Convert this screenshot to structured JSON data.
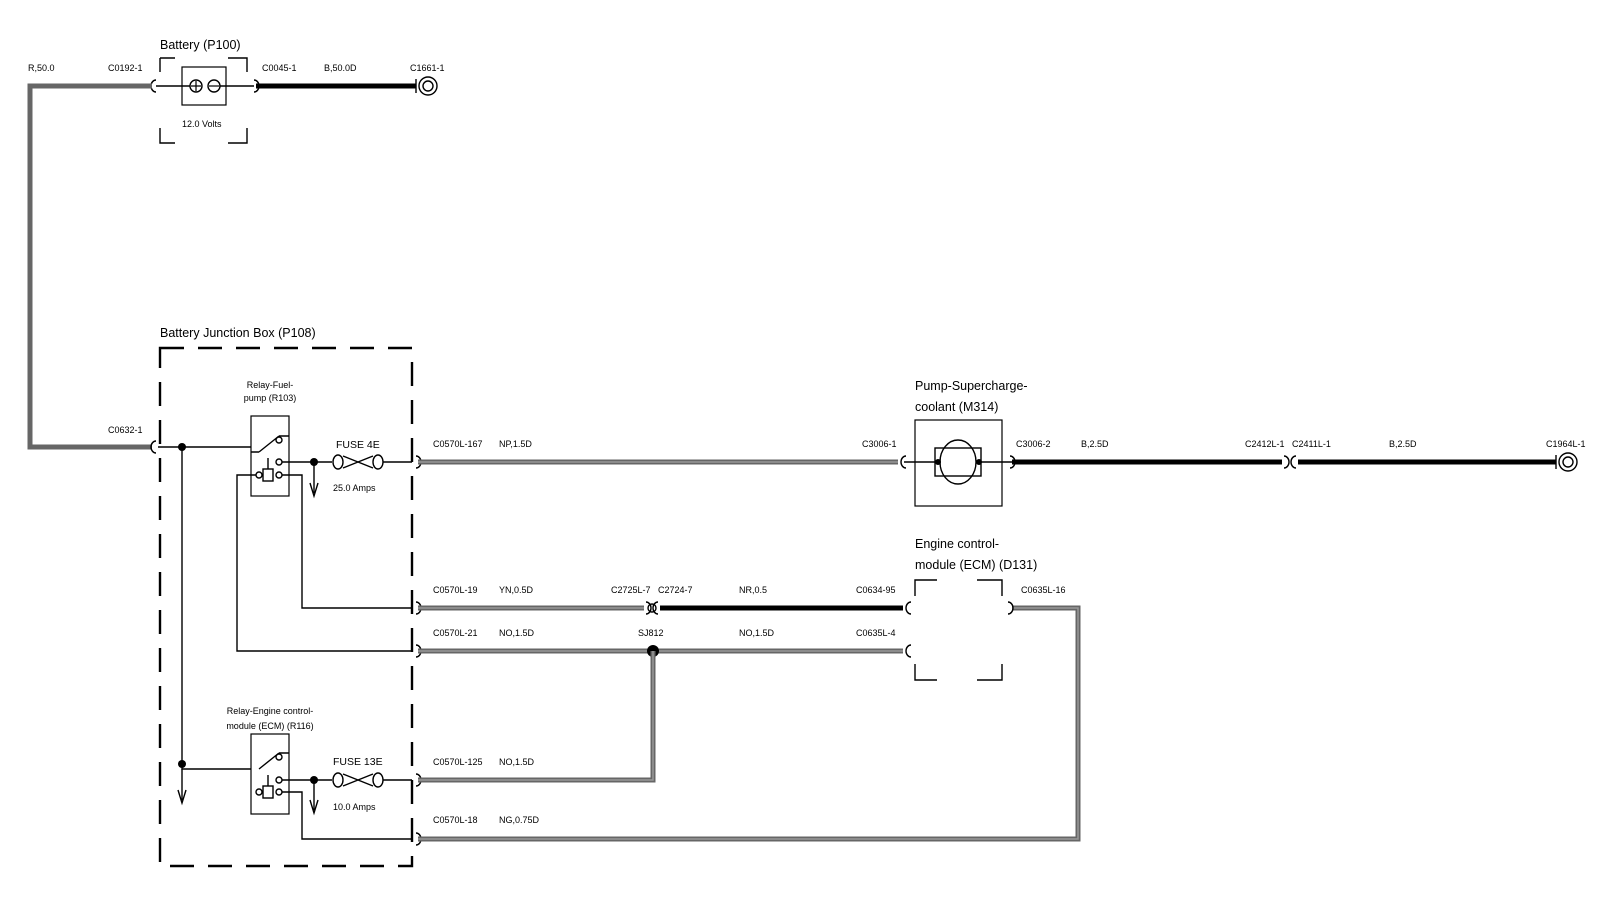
{
  "battery": {
    "title": "Battery (P100)",
    "voltage": "12.0 Volts",
    "left_connector": "C0192-1",
    "right_connector": "C0045-1",
    "left_wire": "R,50.0",
    "right_wire": "B,50.0D",
    "ground": "C1661-1"
  },
  "junction_box": {
    "title": "Battery Junction Box (P108)",
    "input_connector": "C0632-1",
    "relay_fuel": {
      "line1": "Relay-Fuel-",
      "line2": "pump (R103)"
    },
    "relay_ecm": {
      "line1": "Relay-Engine control-",
      "line2": "module (ECM) (R116)"
    },
    "fuse_4e": {
      "name": "FUSE 4E",
      "rating": "25.0 Amps"
    },
    "fuse_13e": {
      "name": "FUSE 13E",
      "rating": "10.0 Amps"
    }
  },
  "wires": {
    "w167": {
      "connector": "C0570L-167",
      "spec": "NP,1.5D"
    },
    "w19": {
      "connector": "C0570L-19",
      "spec": "YN,0.5D"
    },
    "w21": {
      "connector": "C0570L-21",
      "spec": "NO,1.5D"
    },
    "w125": {
      "connector": "C0570L-125",
      "spec": "NO,1.5D"
    },
    "w18": {
      "connector": "C0570L-18",
      "spec": "NG,0.75D"
    },
    "c2725": "C2725L-7",
    "c2724": "C2724-7",
    "nr": "NR,0.5",
    "sj812": "SJ812",
    "no_right": "NO,1.5D"
  },
  "pump": {
    "title_line1": "Pump-Supercharge-",
    "title_line2": "coolant (M314)",
    "left_connector": "C3006-1",
    "right_connector": "C3006-2",
    "wire1": "B,2.5D",
    "mid_left": "C2412L-1",
    "mid_right": "C2411L-1",
    "wire2": "B,2.5D",
    "ground": "C1964L-1"
  },
  "ecm": {
    "title_line1": "Engine control-",
    "title_line2": "module (ECM) (D131)",
    "pin95": "C0634-95",
    "pin4": "C0635L-4",
    "pin16": "C0635L-16"
  }
}
